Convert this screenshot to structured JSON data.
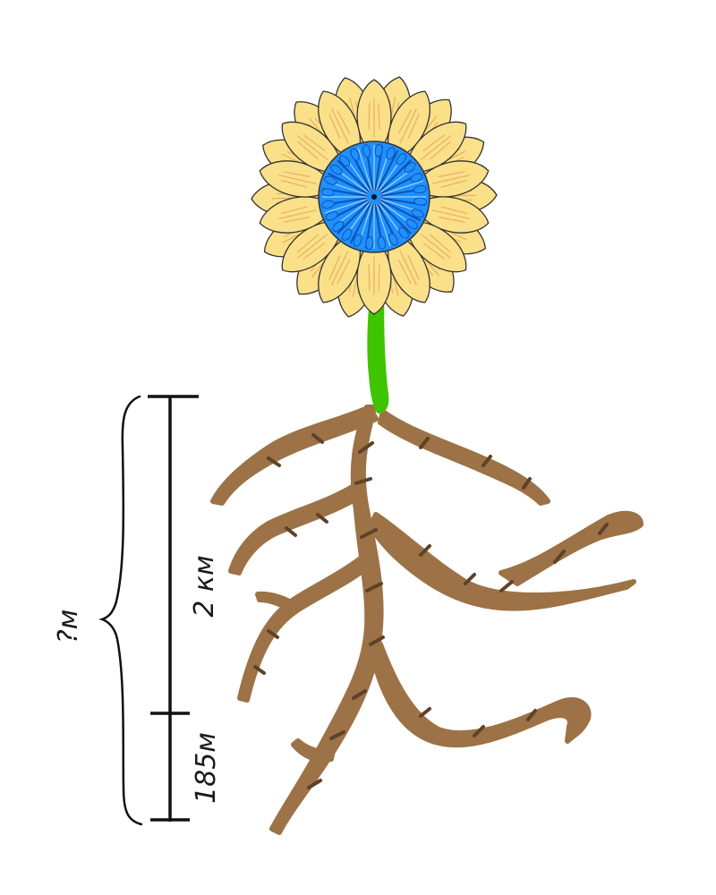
{
  "diagram": {
    "segment_upper_label": "2 км",
    "segment_lower_label": "185м",
    "total_label": "?м"
  },
  "colors": {
    "petal": "#FBE08A",
    "petal_vein": "#E8B460",
    "outline": "#333333",
    "center": "#1E90FF",
    "center_dark": "#1050B0",
    "center_light": "#9BD8FF",
    "stem": "#3FC400",
    "root": "#9C7246",
    "root_stripe": "#5E4228"
  }
}
